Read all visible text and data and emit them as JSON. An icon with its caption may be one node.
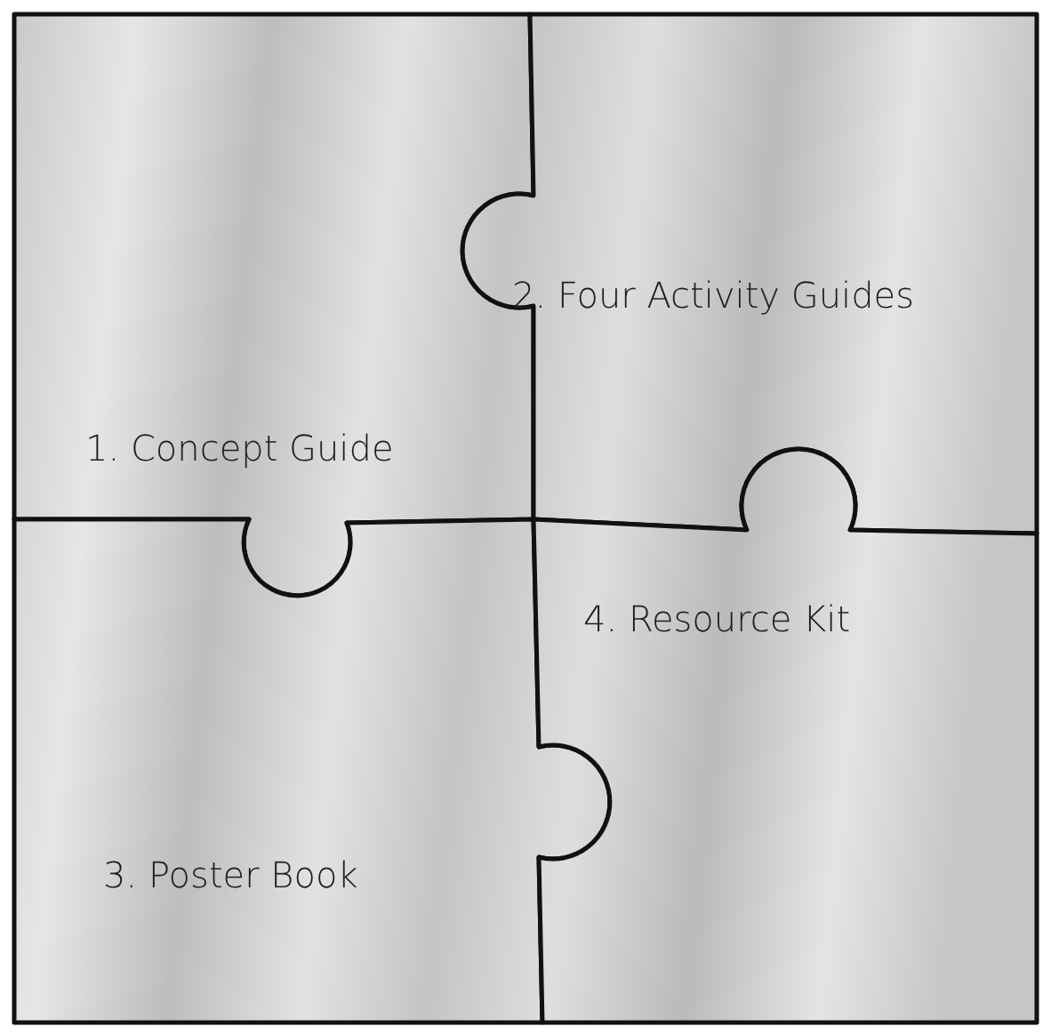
{
  "diagram": {
    "nodes": [
      {
        "text": [
          "1. Concept Guide"
        ]
      },
      {
        "text": [
          "2. Four Activity Guides"
        ]
      },
      {
        "text": [
          "3. Poster Book"
        ]
      },
      {
        "text": [
          "4. Resource Kit"
        ]
      }
    ]
  }
}
